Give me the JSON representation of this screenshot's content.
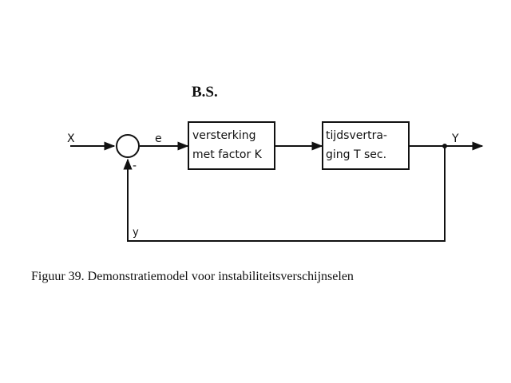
{
  "title": "B.S.",
  "signals": {
    "input": "X",
    "error": "e",
    "minus": "-",
    "output": "Y",
    "feedback": "y"
  },
  "blocks": {
    "amplifier": {
      "line1": "versterking",
      "line2": "met factor K"
    },
    "delay": {
      "line1": "tijdsvertra-",
      "line2": "ging T sec."
    }
  },
  "caption": "Figuur 39. Demonstratiemodel voor instabiliteitsverschijnselen",
  "colors": {
    "ink": "#111111",
    "background": "#ffffff"
  }
}
